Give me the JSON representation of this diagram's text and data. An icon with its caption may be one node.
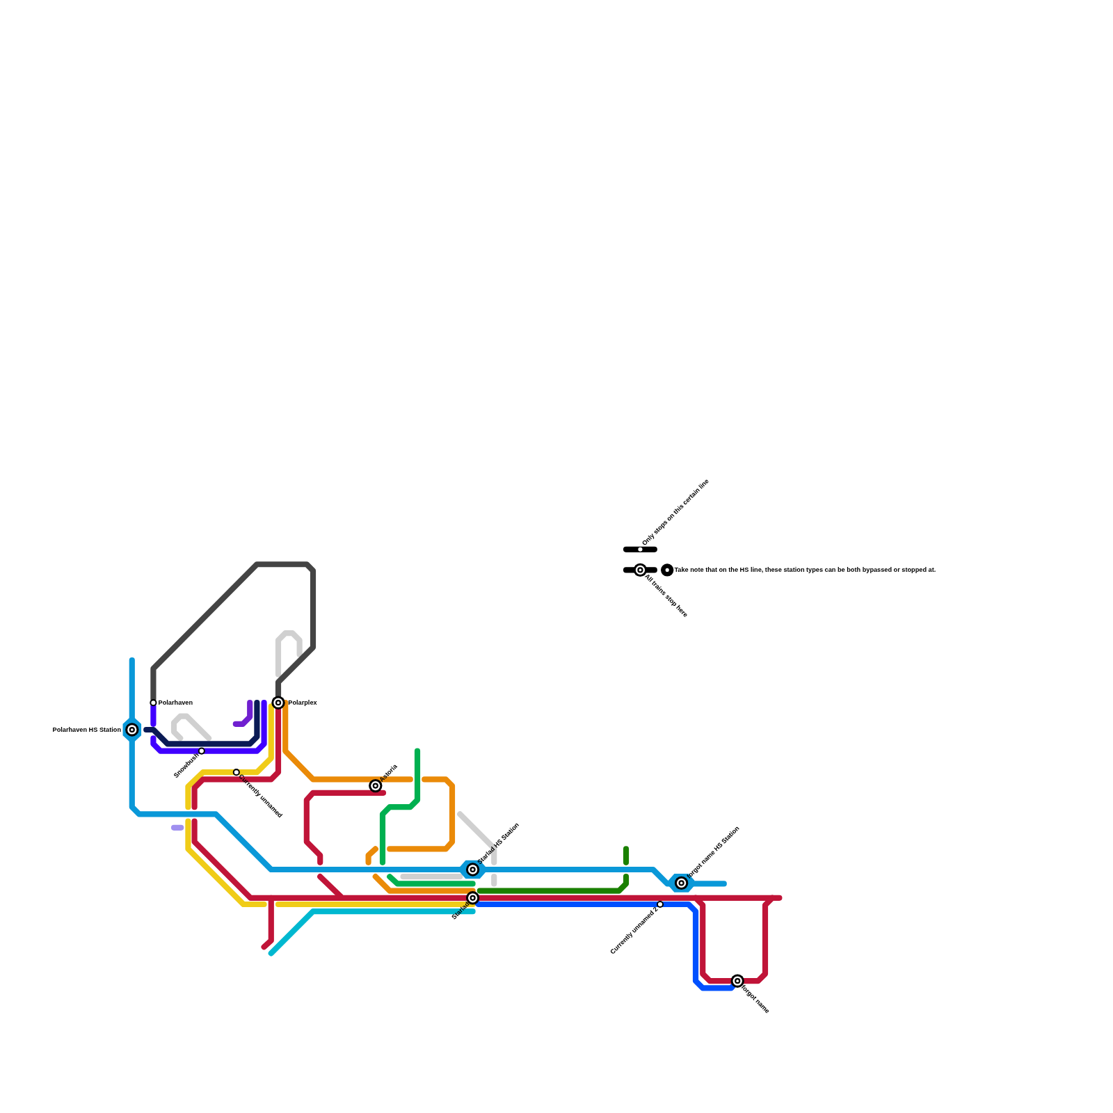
{
  "diagram": {
    "nodes": [
      {
        "text": [
          "Polarhaven"
        ]
      },
      {
        "text": [
          "Polarplex"
        ]
      },
      {
        "text": [
          "Polarhaven HS Station"
        ]
      },
      {
        "text": [
          "Snowbush"
        ]
      },
      {
        "text": [
          "Currently unnamed"
        ]
      },
      {
        "text": [
          "Astoria"
        ]
      },
      {
        "text": [
          "Starlad HS Station"
        ]
      },
      {
        "text": [
          "forgot name HS Station"
        ]
      },
      {
        "text": [
          "Starlad"
        ]
      },
      {
        "text": [
          "Currently unnamed 2"
        ]
      },
      {
        "text": [
          "forgot name"
        ]
      }
    ],
    "edges": [
      {
        "from": 0,
        "to": 1,
        "arrow": "none",
        "color": "#444444"
      },
      {
        "from": 8,
        "to": 10,
        "arrow": "none",
        "color": "#0050ff"
      }
    ],
    "labels": [
      "Take note that on the HS line, these station types can be both bypassed or stopped at."
    ],
    "legend": [
      {
        "text": "Only stops on this certain line"
      },
      {
        "text": "All trains stop here"
      }
    ]
  }
}
